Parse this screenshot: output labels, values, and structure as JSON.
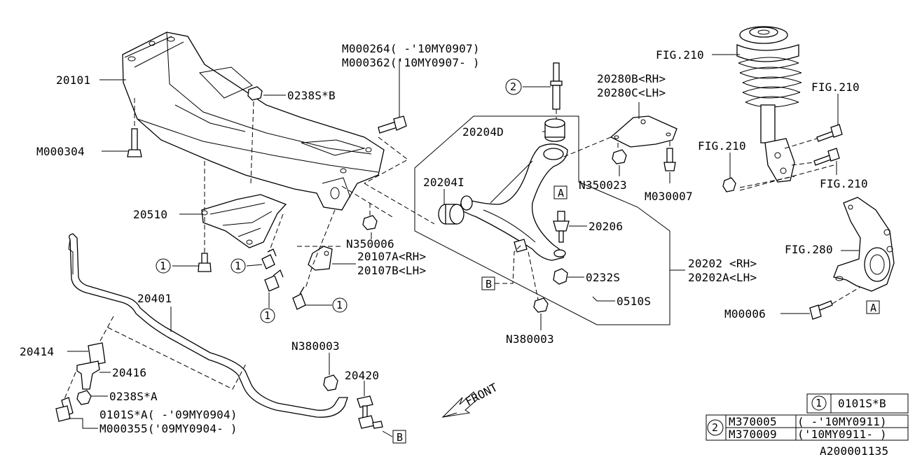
{
  "labels": {
    "p20101": "20101",
    "m000304": "M000304",
    "s0238sb": "0238S*B",
    "m000264": "M000264( -'10MY0907)",
    "m000362": "M000362('10MY0907- )",
    "c2_bolt": "2",
    "p20204d": "20204D",
    "p20280b": "20280B<RH>",
    "p20280c": "20280C<LH>",
    "n350023": "N350023",
    "m030007": "M030007",
    "fig210_a": "FIG.210",
    "fig210_b": "FIG.210",
    "fig210_c": "FIG.210",
    "fig210_d": "FIG.210",
    "fig280": "FIG.280",
    "p20510": "20510",
    "n350006": "N350006",
    "p20107a": "20107A<RH>",
    "p20107b": "20107B<LH>",
    "p20204i": "20204I",
    "box_a1": "A",
    "p20206": "20206",
    "p20202": "20202 <RH>",
    "p20202a": "20202A<LH>",
    "s0232s": "0232S",
    "s0510s": "0510S",
    "box_b1": "B",
    "n380003_a": "N380003",
    "n380003_b": "N380003",
    "m00006": "M00006",
    "box_a2": "A",
    "p20401": "20401",
    "p20414": "20414",
    "p20416": "20416",
    "s0238sa": "0238S*A",
    "s0101sa": "0101S*A( -'09MY0904)",
    "m000355": "M000355('09MY0904- )",
    "p20420": "20420",
    "box_b2": "B",
    "front": "FRONT",
    "c1_a": "1",
    "c1_b": "1",
    "c1_c": "1",
    "c1_d": "1",
    "diagram_id": "A200001135"
  },
  "legend": {
    "row1": {
      "circle": "1",
      "part": "0101S*B"
    },
    "row2": {
      "circle": "2",
      "part_a": "M370005",
      "range_a": "( -'10MY0911)",
      "part_b": "M370009",
      "range_b": "('10MY0911- )"
    }
  }
}
